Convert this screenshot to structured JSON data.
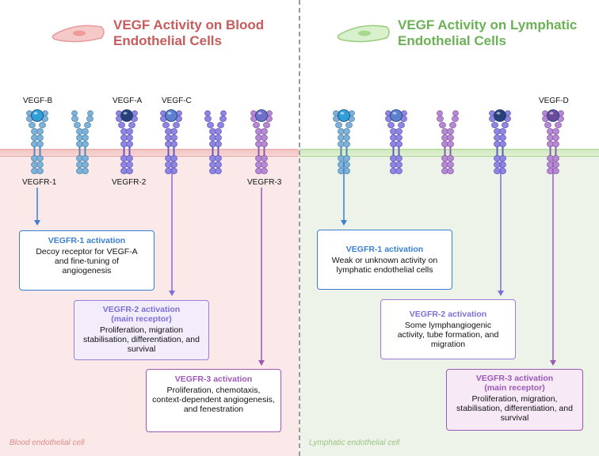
{
  "left_panel": {
    "title_line1": "VEGF Activity on Blood",
    "title_line2": "Endothelial Cells",
    "ligands": [
      "VEGF-B",
      "VEGF-A",
      "VEGF-C"
    ],
    "receptors": [
      "VEGFR-1",
      "VEGFR-2",
      "VEGFR-3"
    ],
    "boxes": [
      {
        "title": "VEGFR-1 activation",
        "subtitle": "",
        "desc": "Decoy receptor for VEGF-A and fine-tuning of angiogenesis"
      },
      {
        "title": "VEGFR-2 activation",
        "subtitle": "(main receptor)",
        "desc": "Proliferation, migration stabilisation, differentiation, and survival"
      },
      {
        "title": "VEGFR-3 activation",
        "subtitle": "",
        "desc": "Proliferation, chemotaxis, context-dependent angiogenesis, and fenestration"
      }
    ],
    "corner_label": "Blood endothelial cell"
  },
  "right_panel": {
    "title_line1": "VEGF Activity on Lymphatic",
    "title_line2": "Endothelial Cells",
    "ligands": [
      "VEGF-D"
    ],
    "boxes": [
      {
        "title": "VEGFR-1 activation",
        "subtitle": "",
        "desc": "Weak or unknown activity on lymphatic endothelial cells"
      },
      {
        "title": "VEGFR-2 activation",
        "subtitle": "",
        "desc": "Some lymphangiogenic activity, tube formation, and migration"
      },
      {
        "title": "VEGFR-3 activation",
        "subtitle": "(main receptor)",
        "desc": "Proliferation, migration, stabilisation, differentiation, and survival"
      }
    ],
    "corner_label": "Lymphatic endothelial cell"
  },
  "colors": {
    "vegfr1": "#3a7fd0",
    "vegfr2": "#7c6fd8",
    "vegfr3": "#9b59b6",
    "left_title": "#c85b5b",
    "right_title": "#6bb155"
  }
}
